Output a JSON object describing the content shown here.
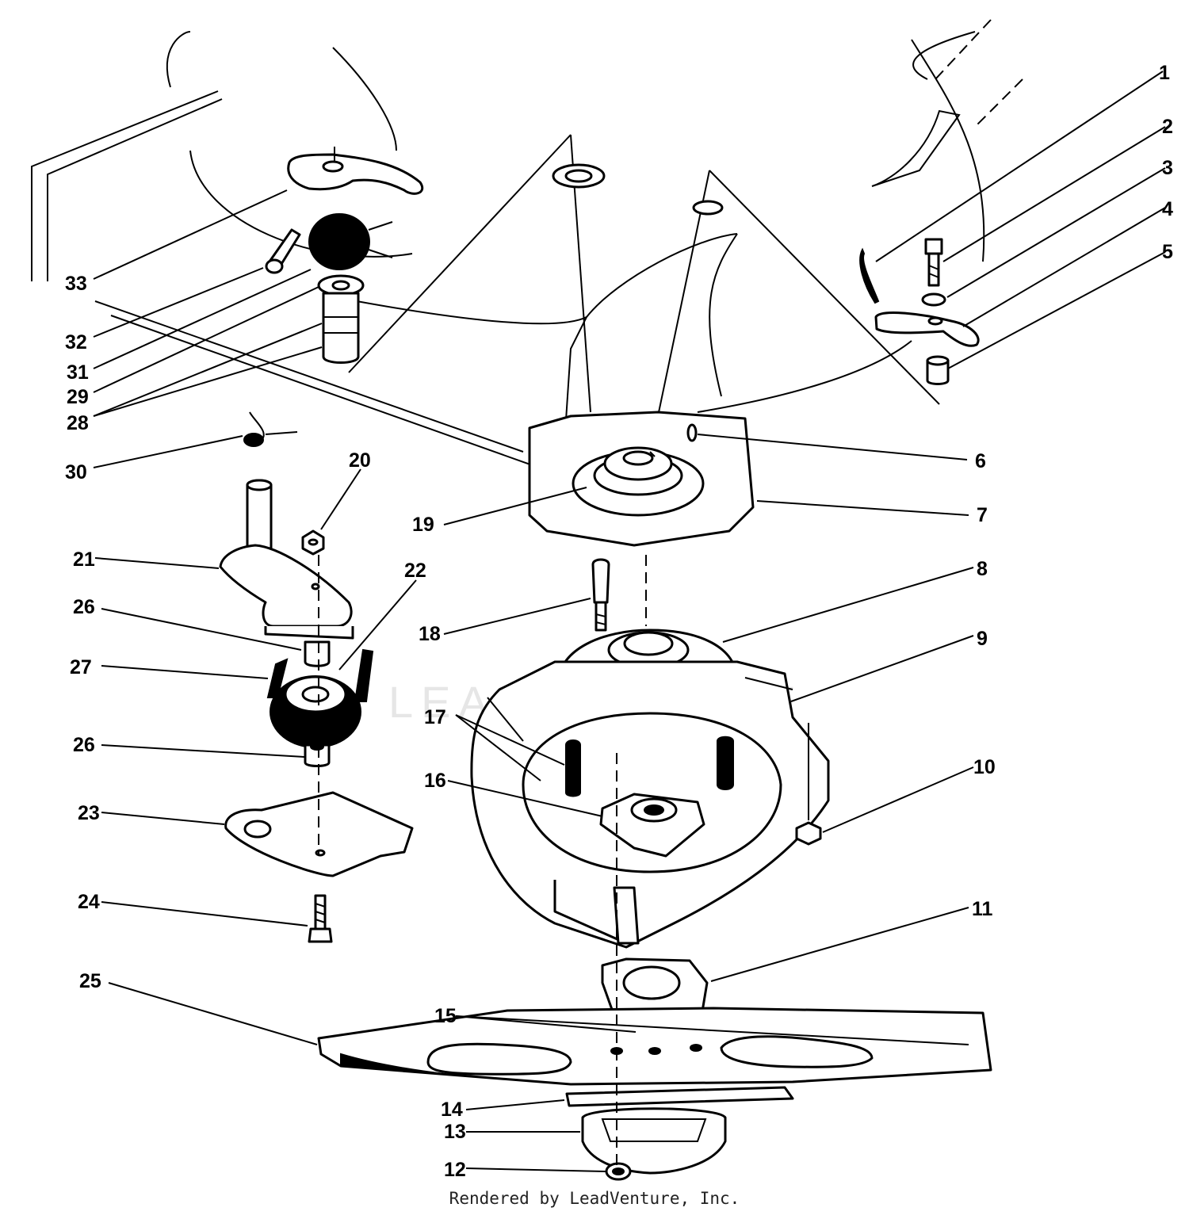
{
  "watermark": "LEADVENTURE",
  "credit": "Rendered by LeadVenture, Inc.",
  "callouts": [
    {
      "id": "c1",
      "text": "1"
    },
    {
      "id": "c2",
      "text": "2"
    },
    {
      "id": "c3",
      "text": "3"
    },
    {
      "id": "c4",
      "text": "4"
    },
    {
      "id": "c5",
      "text": "5"
    },
    {
      "id": "c6",
      "text": "6"
    },
    {
      "id": "c7",
      "text": "7"
    },
    {
      "id": "c8",
      "text": "8"
    },
    {
      "id": "c9",
      "text": "9"
    },
    {
      "id": "c10",
      "text": "10"
    },
    {
      "id": "c11",
      "text": "11"
    },
    {
      "id": "c12",
      "text": "12"
    },
    {
      "id": "c13",
      "text": "13"
    },
    {
      "id": "c14",
      "text": "14"
    },
    {
      "id": "c15",
      "text": "15"
    },
    {
      "id": "c16",
      "text": "16"
    },
    {
      "id": "c17",
      "text": "17"
    },
    {
      "id": "c18",
      "text": "18"
    },
    {
      "id": "c19",
      "text": "19"
    },
    {
      "id": "c20",
      "text": "20"
    },
    {
      "id": "c21",
      "text": "21"
    },
    {
      "id": "c22",
      "text": "22"
    },
    {
      "id": "c23",
      "text": "23"
    },
    {
      "id": "c24",
      "text": "24"
    },
    {
      "id": "c25",
      "text": "25"
    },
    {
      "id": "c26a",
      "text": "26"
    },
    {
      "id": "c26b",
      "text": "26"
    },
    {
      "id": "c27",
      "text": "27"
    },
    {
      "id": "c28",
      "text": "28"
    },
    {
      "id": "c29",
      "text": "29"
    },
    {
      "id": "c30",
      "text": "30"
    },
    {
      "id": "c31",
      "text": "31"
    },
    {
      "id": "c32",
      "text": "32"
    },
    {
      "id": "c33",
      "text": "33"
    }
  ]
}
